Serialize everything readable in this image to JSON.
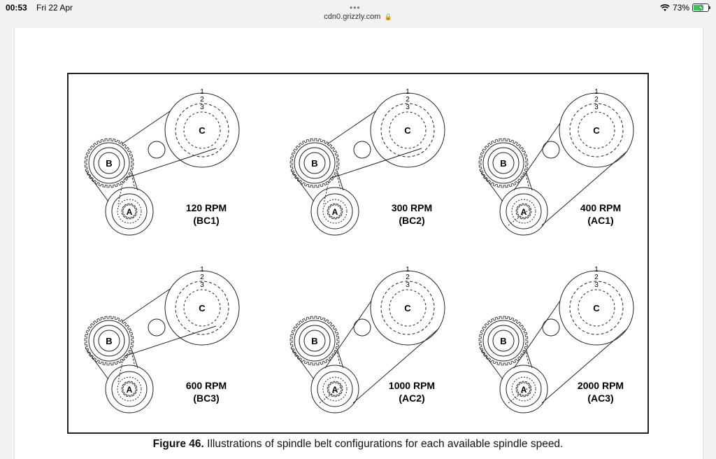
{
  "status": {
    "time": "00:53",
    "date": "Fri 22 Apr",
    "battery": "73%",
    "battery_level": 0.73,
    "icons": [
      "wifi-icon",
      "battery-icon",
      "charging-bolt-icon"
    ]
  },
  "browser": {
    "url": "cdn0.grizzly.com",
    "menu_dots": "•••",
    "lock_icon": "lock-icon"
  },
  "figure": {
    "pulley_labels": {
      "a": "A",
      "b": "B",
      "c": "C"
    },
    "step_labels": [
      "1",
      "2",
      "3"
    ],
    "configs": [
      {
        "rpm": "120 RPM",
        "code": "(BC1)"
      },
      {
        "rpm": "300 RPM",
        "code": "(BC2)"
      },
      {
        "rpm": "400 RPM",
        "code": "(AC1)"
      },
      {
        "rpm": "600 RPM",
        "code": "(BC3)"
      },
      {
        "rpm": "1000 RPM",
        "code": "(AC2)"
      },
      {
        "rpm": "2000 RPM",
        "code": "(AC3)"
      }
    ],
    "caption_bold": "Figure 46.",
    "caption_text": " Illustrations of spindle belt configurations for each available spindle speed."
  }
}
